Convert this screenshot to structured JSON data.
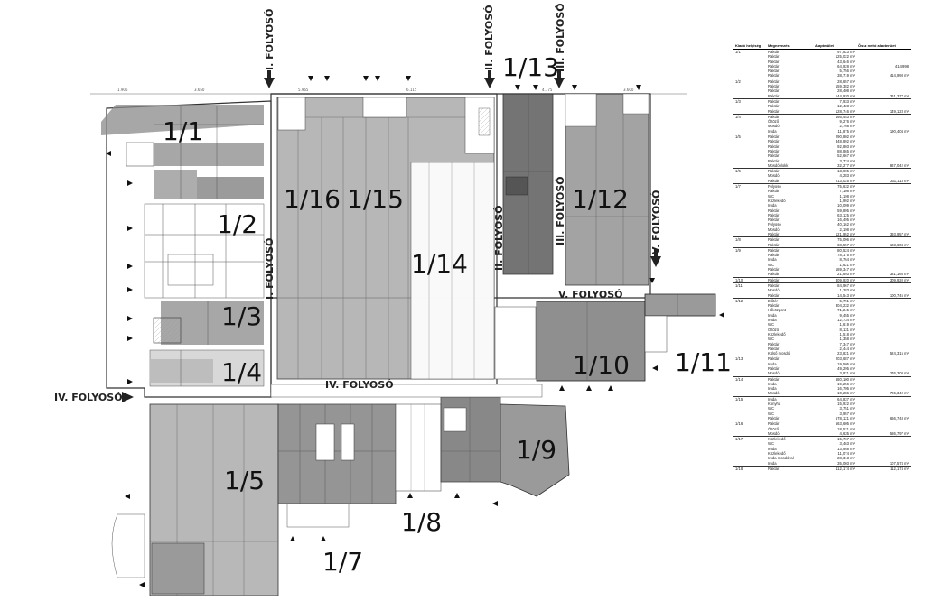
{
  "rooms": [
    "1/1",
    "1/2",
    "1/3",
    "1/4",
    "1/5",
    "1/7",
    "1/8",
    "1/9",
    "1/10",
    "1/11",
    "1/12",
    "1/13",
    "1/14",
    "1/15",
    "1/16"
  ],
  "corridors": {
    "i": "I. FOLYOSÓ",
    "ii": "II. FOLYOSÓ",
    "iii": "III. FOLYOSÓ",
    "iv": "IV. FOLYOSÓ",
    "v": "V. FOLYOSÓ"
  },
  "table": {
    "headers": [
      "Kiadó helyiség",
      "Megnevezés",
      "Alapterület",
      "Össz nettó alapterület"
    ],
    "rows": [
      [
        "1/1",
        "Raktár",
        "97,823 m²",
        ""
      ],
      [
        "",
        "Raktár",
        "125,022 m²",
        ""
      ],
      [
        "",
        "Raktár",
        "43,646 m²",
        ""
      ],
      [
        "",
        "Raktár",
        "64,928 m²",
        "414,998"
      ],
      [
        "",
        "Raktár",
        "5,756 m²",
        ""
      ],
      [
        "",
        "Raktár",
        "38,719 m²",
        "414,998 m²"
      ],
      [
        "1/2",
        "Raktár",
        "28,657 m²",
        ""
      ],
      [
        "",
        "Raktár",
        "159,382 m²",
        ""
      ],
      [
        "",
        "Raktár",
        "28,408 m²",
        ""
      ],
      [
        "",
        "Raktár",
        "144,930 m²",
        "361,377 m²"
      ],
      [
        "1/3",
        "Raktár",
        "7,933 m²",
        ""
      ],
      [
        "",
        "Raktár",
        "12,423 m²",
        ""
      ],
      [
        "",
        "Raktár",
        "128,746 m²",
        "149,123 m²"
      ],
      [
        "1/4",
        "Raktár",
        "166,453 m²",
        ""
      ],
      [
        "",
        "Öltöző",
        "9,276 m²",
        ""
      ],
      [
        "",
        "Mosdó",
        "2,768 m²",
        ""
      ],
      [
        "",
        "Iroda",
        "11,875 m²",
        "190,404 m²"
      ],
      [
        "1/5",
        "Raktár",
        "290,802 m²",
        ""
      ],
      [
        "",
        "Raktár",
        "348,892 m²",
        ""
      ],
      [
        "",
        "Raktár",
        "92,803 m²",
        ""
      ],
      [
        "",
        "Raktár",
        "88,865 m²",
        ""
      ],
      [
        "",
        "Raktár",
        "52,667 m²",
        ""
      ],
      [
        "",
        "Raktár",
        "3,724 m²",
        ""
      ],
      [
        "",
        "Mosdóblokk",
        "32,277 m²",
        "867,042 m²"
      ],
      [
        "1/6",
        "Raktár",
        "13,905 m²",
        ""
      ],
      [
        "",
        "Mosdó",
        "4,283 m²",
        ""
      ],
      [
        "",
        "Raktár",
        "213,025 m²",
        "231,113 m²"
      ],
      [
        "1/7",
        "Folyosó",
        "75,632 m²",
        ""
      ],
      [
        "",
        "Raktár",
        "7,108 m²",
        ""
      ],
      [
        "",
        "WC",
        "1,198 m²",
        ""
      ],
      [
        "",
        "Közlekedő",
        "1,992 m²",
        ""
      ],
      [
        "",
        "Iroda",
        "10,099 m²",
        ""
      ],
      [
        "",
        "Raktár",
        "59,895 m²",
        ""
      ],
      [
        "",
        "Raktár",
        "63,125 m²",
        ""
      ],
      [
        "",
        "Raktár",
        "16,495 m²",
        ""
      ],
      [
        "",
        "Folyosó",
        "40,162 m²",
        ""
      ],
      [
        "",
        "Mosdó",
        "2,198 m²",
        ""
      ],
      [
        "",
        "Raktár",
        "121,952 m²",
        "393,957 m²"
      ],
      [
        "1/8",
        "Raktár",
        "75,096 m²",
        ""
      ],
      [
        "",
        "Raktár",
        "68,557 m²",
        "123,604 m²"
      ],
      [
        "1/9",
        "Raktár",
        "80,524 m²",
        ""
      ],
      [
        "",
        "Raktár",
        "78,175 m²",
        ""
      ],
      [
        "",
        "Iroda",
        "8,764 m²",
        ""
      ],
      [
        "",
        "WC",
        "1,621 m²",
        ""
      ],
      [
        "",
        "Raktár",
        "189,347 m²",
        ""
      ],
      [
        "",
        "Raktár",
        "21,693 m²",
        "381,166 m²"
      ],
      [
        "1/10",
        "Raktár",
        "309,920 m²",
        "309,920 m²"
      ],
      [
        "1/11",
        "Raktár",
        "84,967 m²",
        ""
      ],
      [
        "",
        "Mosdó",
        "1,283 m²",
        ""
      ],
      [
        "",
        "Raktár",
        "14,543 m²",
        "100,745 m²"
      ],
      [
        "1/12",
        "Előtér",
        "5,791 m²",
        ""
      ],
      [
        "",
        "Raktár",
        "304,232 m²",
        ""
      ],
      [
        "",
        "Hőközpont",
        "71,245 m²",
        ""
      ],
      [
        "",
        "Iroda",
        "9,455 m²",
        ""
      ],
      [
        "",
        "Iroda",
        "12,734 m²",
        ""
      ],
      [
        "",
        "WC",
        "1,619 m²",
        ""
      ],
      [
        "",
        "Öltöző",
        "8,131 m²",
        ""
      ],
      [
        "",
        "Közlekedő",
        "1,518 m²",
        ""
      ],
      [
        "",
        "WC",
        "1,358 m²",
        ""
      ],
      [
        "",
        "Raktár",
        "7,347 m²",
        ""
      ],
      [
        "",
        "Raktár",
        "2,444 m²",
        ""
      ],
      [
        "",
        "Külső mosdó",
        "23,821 m²",
        "524,315 m²"
      ],
      [
        "1/13",
        "Raktár",
        "203,687 m²",
        ""
      ],
      [
        "",
        "Iroda",
        "19,505 m²",
        ""
      ],
      [
        "",
        "Raktár",
        "49,295 m²",
        ""
      ],
      [
        "",
        "Mosdó",
        "3,821 m²",
        "276,308 m²"
      ],
      [
        "1/14",
        "Raktár",
        "680,100 m²",
        ""
      ],
      [
        "",
        "Iroda",
        "19,256 m²",
        ""
      ],
      [
        "",
        "Iroda",
        "16,705 m²",
        ""
      ],
      [
        "",
        "Mosdó",
        "10,286 m²",
        "726,342 m²"
      ],
      [
        "1/15",
        "Iroda",
        "64,837 m²",
        ""
      ],
      [
        "",
        "Konyha",
        "15,922 m²",
        ""
      ],
      [
        "",
        "WC",
        "3,751 m²",
        ""
      ],
      [
        "",
        "WC",
        "3,957 m²",
        ""
      ],
      [
        "",
        "Raktár",
        "578,121 m²",
        "666,748 m²"
      ],
      [
        "1/16",
        "Raktár",
        "563,605 m²",
        ""
      ],
      [
        "",
        "Öltöző",
        "18,521 m²",
        ""
      ],
      [
        "",
        "Mosdó",
        "4,635 m²",
        "586,797 m²"
      ],
      [
        "1/17",
        "Közlekedő",
        "15,767 m²",
        ""
      ],
      [
        "",
        "WC",
        "3,463 m²",
        ""
      ],
      [
        "",
        "Iroda",
        "13,958 m²",
        ""
      ],
      [
        "",
        "Közlekedő",
        "11,074 m²",
        ""
      ],
      [
        "",
        "Iroda mosdóval",
        "28,313 m²",
        ""
      ],
      [
        "",
        "Iroda",
        "35,003 m²",
        "107,574 m²"
      ],
      [
        "1/18",
        "Raktár",
        "112,174 m²",
        "112,174 m²"
      ]
    ]
  }
}
